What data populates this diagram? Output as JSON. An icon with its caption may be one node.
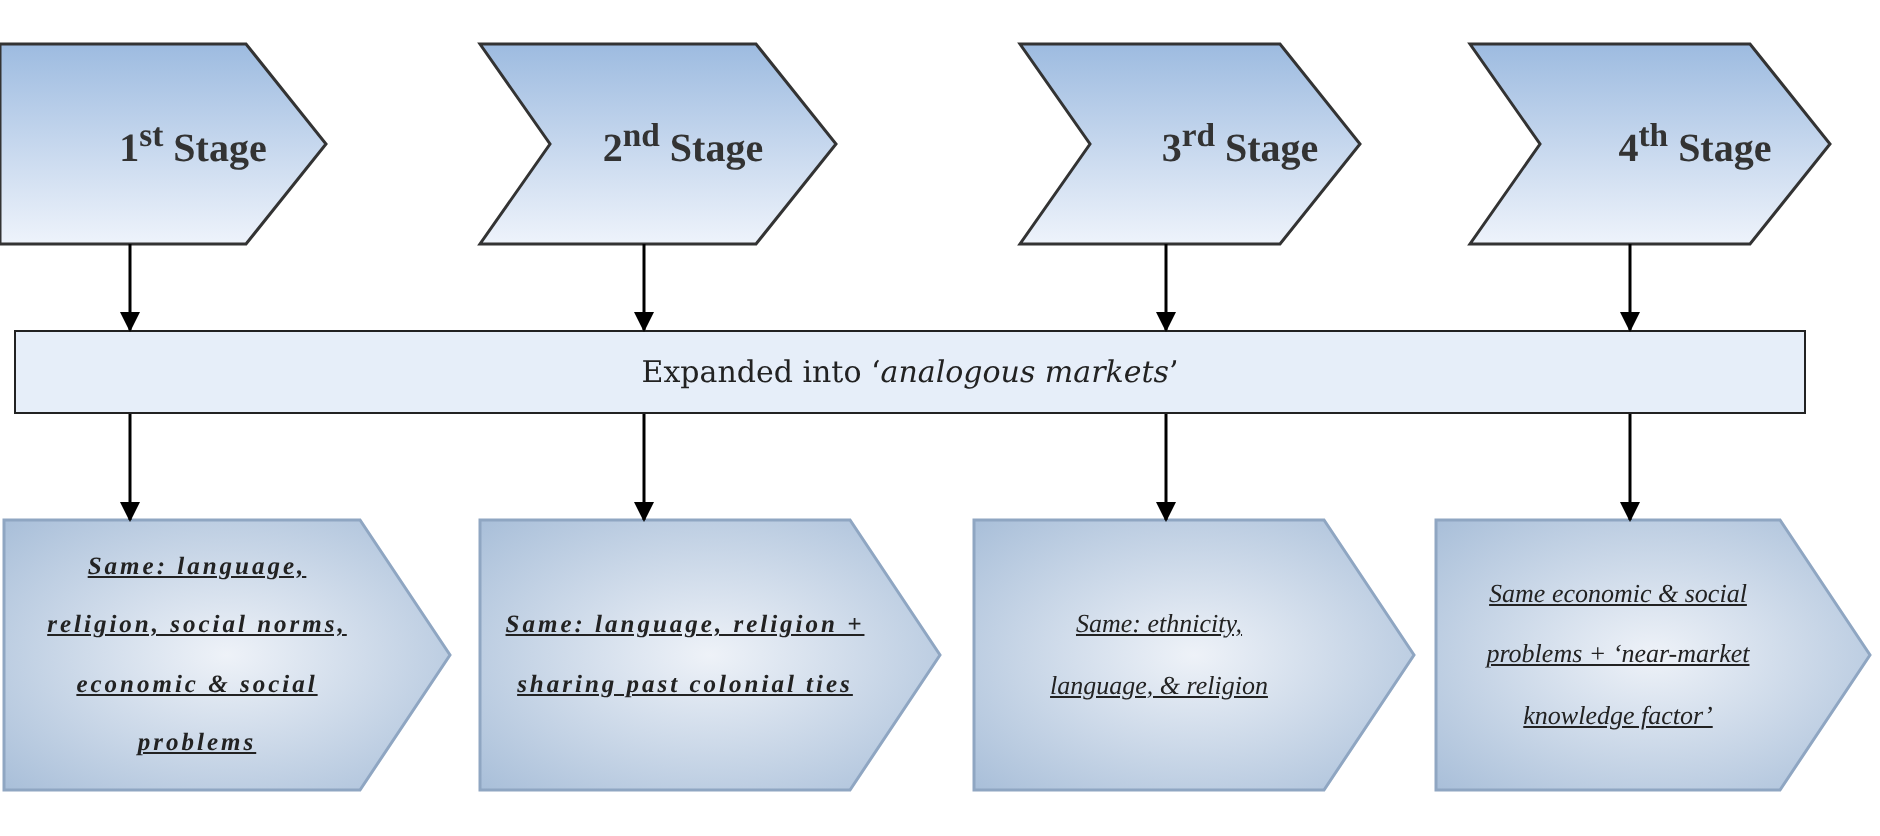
{
  "diagram": {
    "nodes": [
      {
        "text": [
          "1$^{st}$ Stage"
        ]
      },
      {
        "text": [
          "2$^{nd}$ Stage"
        ]
      },
      {
        "text": [
          "3$^{rd}$ Stage"
        ]
      },
      {
        "text": [
          "4$^{th}$ Stage"
        ]
      },
      {
        "text": [
          "Expanded into ‘*analogous markets*’"
        ]
      },
      {
        "text": [
          "Same: language, religion, social norms, economic & social problems"
        ]
      },
      {
        "text": [
          "Same: language, religion + sharing past colonial ties"
        ]
      },
      {
        "text": [
          "Same: ethnicity, language, & religion"
        ]
      },
      {
        "text": [
          "Same economic & social problems + ‘near-market knowledge factor’"
        ]
      }
    ],
    "edges": [
      {
        "from": 0,
        "to": 4,
        "arrow": "to"
      },
      {
        "from": 1,
        "to": 4,
        "arrow": "to"
      },
      {
        "from": 2,
        "to": 4,
        "arrow": "to"
      },
      {
        "from": 3,
        "to": 4,
        "arrow": "to"
      },
      {
        "from": 4,
        "to": 5,
        "arrow": "to"
      },
      {
        "from": 4,
        "to": 6,
        "arrow": "to"
      },
      {
        "from": 4,
        "to": 7,
        "arrow": "to"
      },
      {
        "from": 4,
        "to": 8,
        "arrow": "to"
      }
    ]
  }
}
